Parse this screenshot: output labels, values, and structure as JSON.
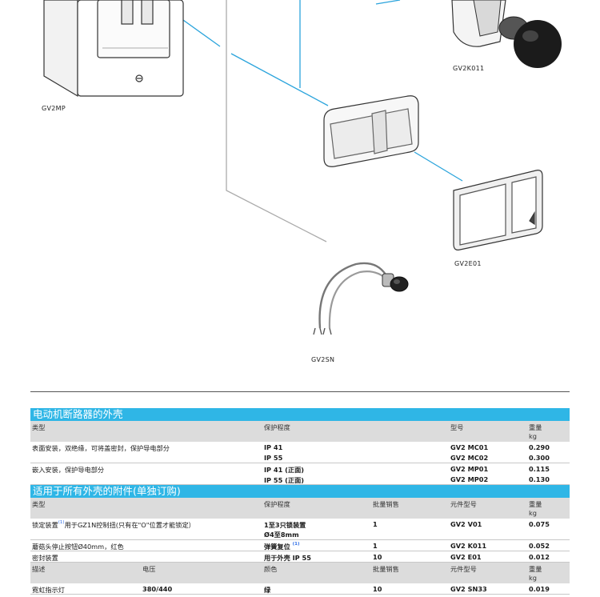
{
  "illustration": {
    "captions": {
      "mp": "GV2MP",
      "k011": "GV2K011",
      "e01": "GV2E01",
      "sn": "GV2SN"
    },
    "leader_color": "#2ba4dc"
  },
  "table1": {
    "title": "电动机断路器的外壳",
    "headers": {
      "type": "类型",
      "protection": "保护程度",
      "model": "型号",
      "weight": "重量",
      "unit": "kg"
    },
    "rows": [
      {
        "type": "表面安装，双绝缘，可将盖密封，保护导电部分",
        "protection": "IP 41",
        "model": "GV2 MC01",
        "weight": "0.290"
      },
      {
        "type": "",
        "protection": "IP 55",
        "model": "GV2 MC02",
        "weight": "0.300"
      },
      {
        "type": "嵌入安装，保护导电部分",
        "protection": "IP 41 (正面)",
        "model": "GV2 MP01",
        "weight": "0.115"
      },
      {
        "type": "",
        "protection": "IP 55 (正面)",
        "model": "GV2 MP02",
        "weight": "0.130"
      }
    ]
  },
  "table2": {
    "title": "适用于所有外壳的附件(单独订购)",
    "headers": {
      "type": "类型",
      "protection": "保护程度",
      "qty": "批量销售",
      "model": "元件型号",
      "weight": "重量",
      "unit": "kg"
    },
    "rows": [
      {
        "type_a": "锁定装置",
        "sup": "(1)",
        "type_b": "用于GZ1N控制扭(只有在\"O\"位置才能锁定）",
        "protection": "1至3只锁装置",
        "protection2": "Ø4至8mm",
        "qty": "1",
        "model": "GV2 V01",
        "weight": "0.075"
      },
      {
        "type": "蘑菇头停止按钮Ø40mm，红色",
        "protection": "弹簧复位",
        "sup": "(1)",
        "qty": "1",
        "model": "GV2 K011",
        "weight": "0.052"
      },
      {
        "type": "密封装置",
        "protection": "用于外壳 IP 55",
        "qty": "10",
        "model": "GV2 E01",
        "weight": "0.012"
      }
    ],
    "headers2": {
      "desc": "描述",
      "voltage": "电压",
      "color": "颜色",
      "qty": "批量销售",
      "model": "元件型号",
      "weight": "重量",
      "unit": "kg"
    },
    "lamp_row": {
      "desc": "霓虹指示灯",
      "voltage": "380/440",
      "color": "绿",
      "qty": "10",
      "model": "GV2 SN33",
      "weight": "0.019"
    }
  }
}
